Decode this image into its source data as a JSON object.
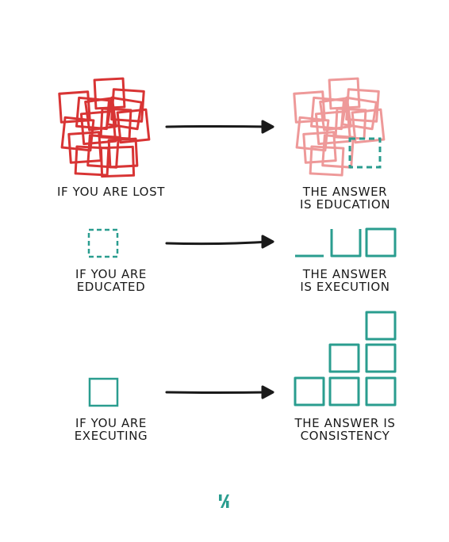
{
  "colors": {
    "red": "#d83434",
    "pink": "#ee9999",
    "teal": "#2a9d8f",
    "ink": "#1a1a1a"
  },
  "rows": [
    {
      "left_label": [
        "IF YOU ARE LOST"
      ],
      "right_label": [
        "THE ANSWER",
        "IS EDUCATION"
      ]
    },
    {
      "left_label": [
        "IF YOU ARE",
        "EDUCATED"
      ],
      "right_label": [
        "THE ANSWER",
        "IS EXECUTION"
      ]
    },
    {
      "left_label": [
        "IF YOU ARE",
        "EXECUTING"
      ],
      "right_label": [
        "THE ANSWER IS",
        "CONSISTENCY"
      ]
    }
  ],
  "icons": {
    "arrow": "arrow-right-icon",
    "logo": "percent-logo-icon"
  }
}
